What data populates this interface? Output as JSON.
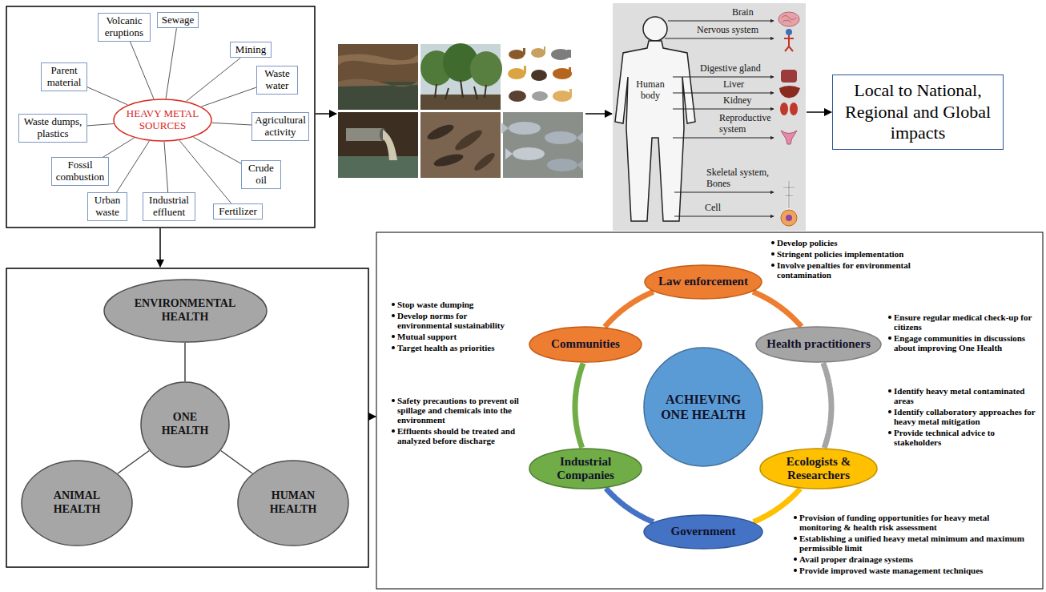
{
  "diagram": {
    "nodes": [
      {
        "text": [
          "HEAVY METAL SOURCES"
        ]
      },
      {
        "text": [
          "Volcanic eruptions"
        ]
      },
      {
        "text": [
          "Sewage"
        ]
      },
      {
        "text": [
          "Mining"
        ]
      },
      {
        "text": [
          "Parent material"
        ]
      },
      {
        "text": [
          "Waste water"
        ]
      },
      {
        "text": [
          "Waste dumps, plastics"
        ]
      },
      {
        "text": [
          "Agricultural activity"
        ]
      },
      {
        "text": [
          "Fossil combustion"
        ]
      },
      {
        "text": [
          "Crude oil"
        ]
      },
      {
        "text": [
          "Urban waste"
        ]
      },
      {
        "text": [
          "Industrial effluent"
        ]
      },
      {
        "text": [
          "Fertilizer"
        ]
      },
      {
        "text": [
          "Local to National, Regional and Global impacts"
        ]
      },
      {
        "text": [
          "ENVIRONMENTAL HEALTH"
        ]
      },
      {
        "text": [
          "ONE HEALTH"
        ]
      },
      {
        "text": [
          "ANIMAL HEALTH"
        ]
      },
      {
        "text": [
          "HUMAN HEALTH"
        ]
      },
      {
        "text": [
          "Law enforcement"
        ]
      },
      {
        "text": [
          "Communities"
        ]
      },
      {
        "text": [
          "Health practitioners"
        ]
      },
      {
        "text": [
          "ACHIEVING ONE HEALTH"
        ]
      },
      {
        "text": [
          "Industrial Companies"
        ]
      },
      {
        "text": [
          "Ecologists & Researchers"
        ]
      },
      {
        "text": [
          "Government"
        ]
      }
    ],
    "edges": [
      {
        "from": 0,
        "to": 1,
        "arrow": "none"
      },
      {
        "from": 0,
        "to": 2,
        "arrow": "none"
      },
      {
        "from": 0,
        "to": 3,
        "arrow": "none"
      },
      {
        "from": 0,
        "to": 4,
        "arrow": "none"
      },
      {
        "from": 0,
        "to": 5,
        "arrow": "none"
      },
      {
        "from": 0,
        "to": 6,
        "arrow": "none"
      },
      {
        "from": 0,
        "to": 7,
        "arrow": "none"
      },
      {
        "from": 0,
        "to": 8,
        "arrow": "none"
      },
      {
        "from": 0,
        "to": 9,
        "arrow": "none"
      },
      {
        "from": 0,
        "to": 10,
        "arrow": "none"
      },
      {
        "from": 0,
        "to": 11,
        "arrow": "none"
      },
      {
        "from": 0,
        "to": 12,
        "arrow": "none"
      },
      {
        "from": 14,
        "to": 15,
        "arrow": "none"
      },
      {
        "from": 15,
        "to": 16,
        "arrow": "none"
      },
      {
        "from": 15,
        "to": 17,
        "arrow": "none"
      },
      {
        "from": 18,
        "to": 20,
        "arrow": "none"
      },
      {
        "from": 20,
        "to": 23,
        "arrow": "none"
      },
      {
        "from": 23,
        "to": 24,
        "arrow": "none"
      },
      {
        "from": 24,
        "to": 22,
        "arrow": "none"
      },
      {
        "from": 22,
        "to": 19,
        "arrow": "none"
      },
      {
        "from": 19,
        "to": 18,
        "arrow": "none"
      }
    ],
    "labels": [
      "Brain",
      "Nervous system",
      "Human body",
      "Digestive gland",
      "Liver",
      "Kidney",
      "Reproductive system",
      "Skeletal system, Bones",
      "Cell",
      "Develop policies",
      "Stringent policies implementation",
      "Involve penalties for environmental contamination",
      "Stop waste dumping",
      "Develop norms for environmental sustainability",
      "Mutual support",
      "Target health as priorities",
      "Ensure regular medical check-up for citizens",
      "Engage communities in discussions about improving One Health",
      "Identify heavy metal contaminated areas",
      "Identify collaboratory approaches for heavy metal mitigation",
      "Provide technical advice to stakeholders",
      "Safety precautions to prevent oil spillage and chemicals into the environment",
      "Effluents should be treated and analyzed before discharge",
      "Provision of funding opportunities for heavy metal monitoring & health risk assessment",
      "Establishing a unified heavy metal minimum and maximum permissible limit",
      "Avail proper drainage systems",
      "Provide improved waste management techniques"
    ]
  }
}
